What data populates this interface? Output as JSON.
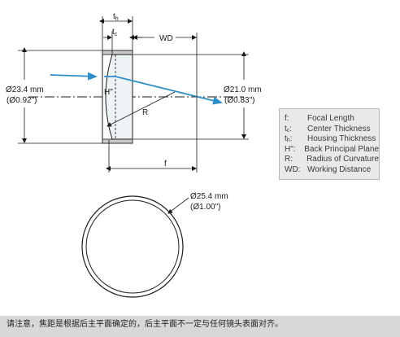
{
  "dimensions": {
    "th": "t",
    "th_sub": "h",
    "tc": "t",
    "tc_sub": "c",
    "wd": "WD",
    "f": "f",
    "principal_plane": "H\"",
    "radius": "R",
    "housing_diameter_mm": "Ø23.4 mm",
    "housing_diameter_in": "(Ø0.92\")",
    "clear_aperture_mm": "Ø21.0 mm",
    "clear_aperture_in": "(Ø0.83\")",
    "outer_diameter_mm": "Ø25.4 mm",
    "outer_diameter_in": "(Ø1.00\")"
  },
  "legend": {
    "items": [
      {
        "key": "f:",
        "key_sub": "",
        "desc": "Focal Length"
      },
      {
        "key": "t",
        "key_sub": "c",
        "key_suffix": ":",
        "desc": "Center Thickness"
      },
      {
        "key": "t",
        "key_sub": "h",
        "key_suffix": ":",
        "desc": "Housing Thickness"
      },
      {
        "key": "H\":",
        "key_sub": "",
        "desc": "Back Principal Plane"
      },
      {
        "key": "R:",
        "key_sub": "",
        "desc": "Radius of Curvature"
      },
      {
        "key": "WD:",
        "key_sub": "",
        "desc": "Working Distance"
      }
    ]
  },
  "note": "请注意，焦距是根据后主平面确定的，后主平面不一定与任何镜头表面对齐。",
  "colors": {
    "ray": "#2e8fc9",
    "line": "#1a1a1a",
    "legend_bg": "#e9e9e9",
    "note_bg": "#d8d8d8"
  }
}
